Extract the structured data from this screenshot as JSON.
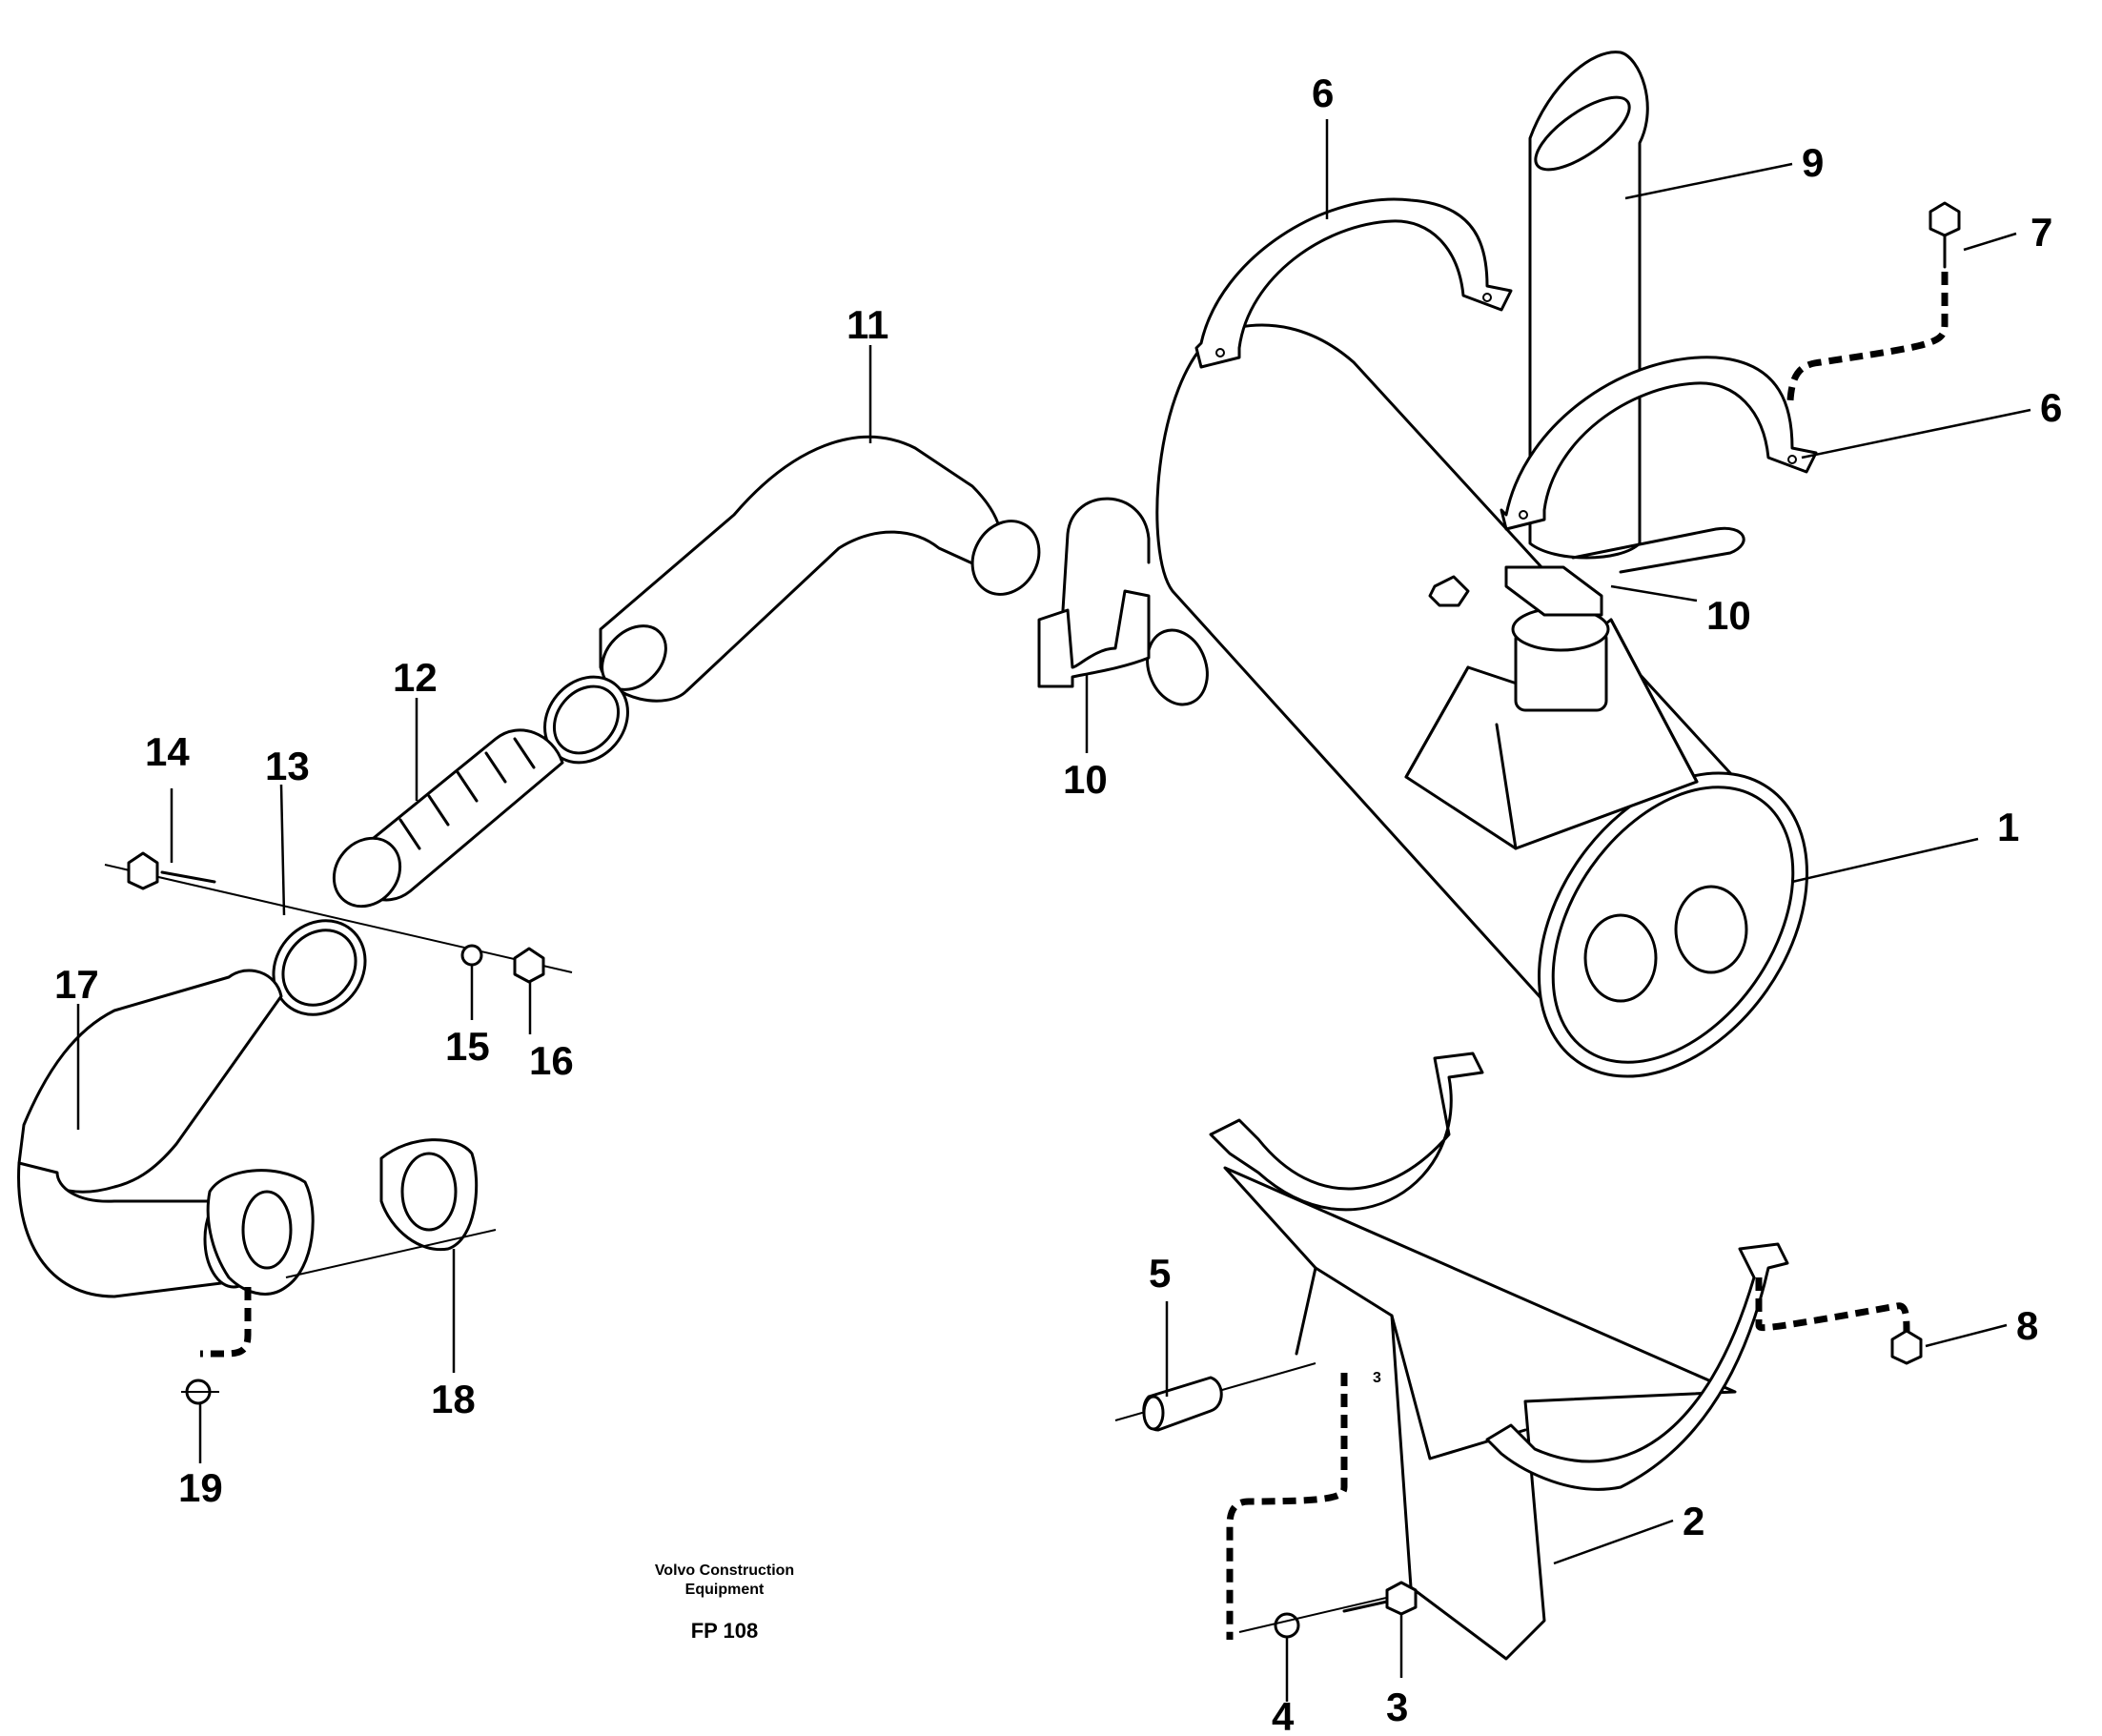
{
  "callouts": {
    "p1": "1",
    "p2": "2",
    "p3": "3",
    "p4": "4",
    "p5": "5",
    "p6a": "6",
    "p6b": "6",
    "p7": "7",
    "p8": "8",
    "p9": "9",
    "p10a": "10",
    "p10b": "10",
    "p11": "11",
    "p12": "12",
    "p13": "13",
    "p14": "14",
    "p15": "15",
    "p16": "16",
    "p17": "17",
    "p18": "18",
    "p19": "19"
  },
  "caption": {
    "line1": "Volvo Construction",
    "line2": "Equipment",
    "figure_code": "FP 108"
  },
  "bracket_mark": "3"
}
